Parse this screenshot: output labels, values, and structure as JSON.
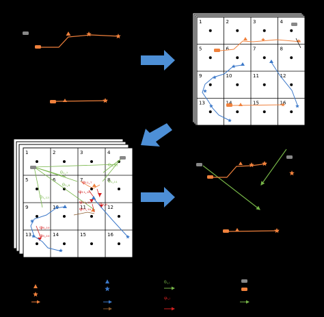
{
  "colors": {
    "orange": "#f0813c",
    "blue": "#3b78c9",
    "green": "#76b547",
    "red": "#d42020",
    "arrow": "#4d8fd6",
    "background": "#000000",
    "panel": "#ffffff"
  },
  "grid_cells": [
    "1",
    "2",
    "3",
    "4",
    "5",
    "6",
    "7",
    "8",
    "9",
    "10",
    "11",
    "12",
    "13",
    "14",
    "15",
    "16"
  ],
  "symbols": {
    "triangle": "triangle-marker",
    "star": "star-marker",
    "car": "vehicle-icon"
  },
  "angle_labels": {
    "theta_1_7": "θ₁,₇",
    "theta_1_8": "θ₁,₈",
    "theta_1_13": "θ₁,₁₃",
    "theta_1_11": "θ₁,₁₁",
    "theta_1_10": "θ₁,₁₀",
    "phi_11_10": "φ₁₁,₁₀",
    "phi_11_11": "φ₁₁,₁₁",
    "phi_11_14": "φ₁₁,₁₄",
    "phi_11_7": "φ₁₁,₇",
    "phi_9_6": "φ₉,₆",
    "phi_6_10": "φ₆,₁₀",
    "phi_5_10": "φ₅,₁₀"
  },
  "legend": {
    "theta": "θᵢ,ⱼ",
    "phi": "φᵢ,ⱼ"
  }
}
